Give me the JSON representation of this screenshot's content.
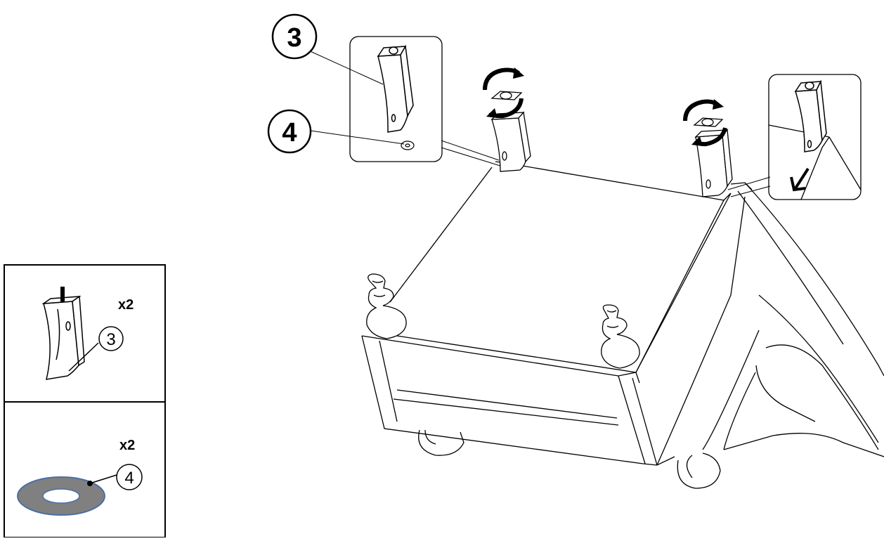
{
  "parts_panel": {
    "leg": {
      "callout_number": "3",
      "quantity": "x2",
      "icon": "chair-leg-icon"
    },
    "washer": {
      "callout_number": "4",
      "quantity": "x2",
      "icon": "washer-icon",
      "color": "#808080",
      "border_color": "#4a6fa5"
    }
  },
  "main_illustration": {
    "callouts": [
      {
        "number": "3"
      },
      {
        "number": "4"
      }
    ],
    "icons": [
      "rotate-clockwise-icon",
      "rotate-clockwise-icon",
      "down-arrow-icon"
    ]
  }
}
